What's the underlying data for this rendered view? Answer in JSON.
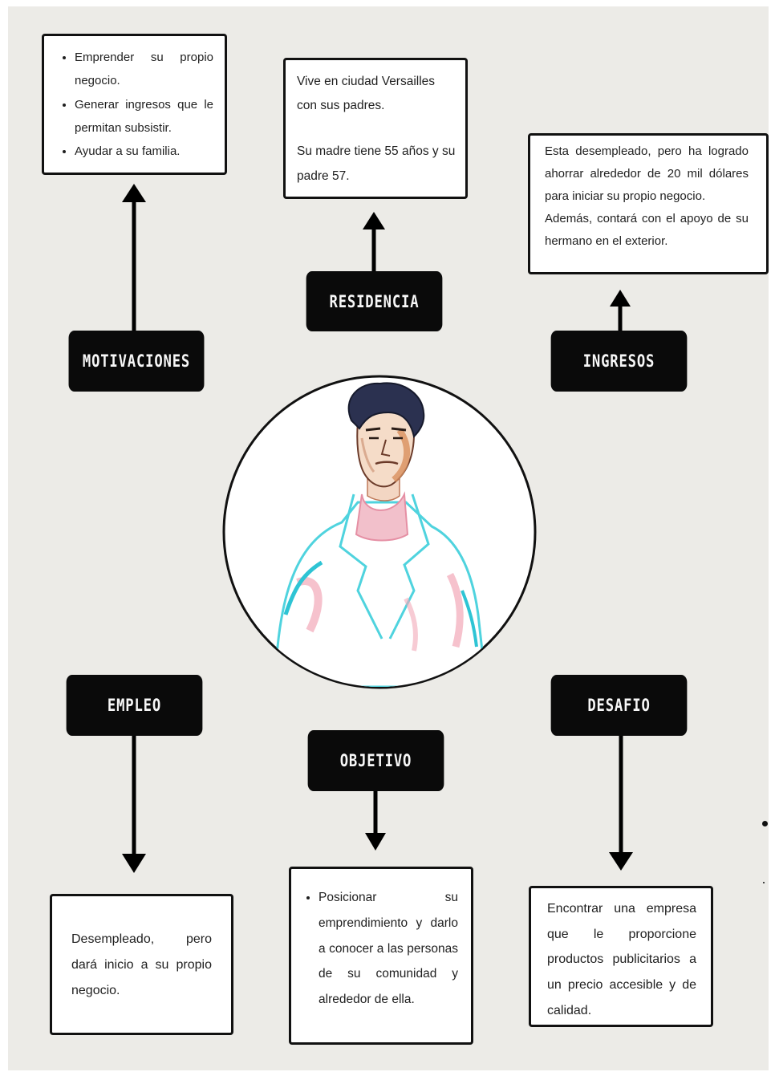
{
  "nodes": {
    "motivaciones": {
      "label": "MOTIVACIONES",
      "bullets": [
        "Emprender su propio negocio.",
        "Generar ingresos que le permitan subsistir.",
        "Ayudar a su familia."
      ]
    },
    "residencia": {
      "label": "RESIDENCIA",
      "paragraphs": [
        "Vive en ciudad Versailles con sus padres.",
        "Su madre tiene 55 años y su padre 57."
      ]
    },
    "ingresos": {
      "label": "INGRESOS",
      "paragraphs": [
        "Esta desempleado, pero ha logrado ahorrar alrededor de 20 mil dólares para iniciar su propio negocio.",
        "Además, contará con el apoyo de su hermano en el exterior."
      ]
    },
    "empleo": {
      "label": "EMPLEO",
      "text": "Desempleado, pero dará inicio a su propio negocio."
    },
    "objetivo": {
      "label": "OBJETIVO",
      "bullets": [
        "Posicionar su emprendimiento y darlo a conocer a las personas de su comunidad y alrededor de ella."
      ]
    },
    "desafio": {
      "label": "DESAFIO",
      "text": "Encontrar una empresa que le proporcione productos publicitarios a un precio accesible y de calidad."
    }
  },
  "portrait": {
    "icon": "man-portrait-illustration"
  },
  "colors": {
    "background": "#ecebe7",
    "label_bg": "#0a0a0a",
    "label_text": "#f7f7f7",
    "border": "#111111",
    "accent_cyan": "#4fd3de",
    "accent_pink": "#f2a8b8"
  }
}
